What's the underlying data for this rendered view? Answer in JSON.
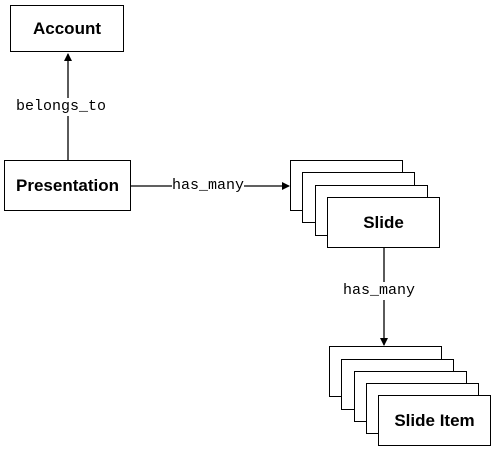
{
  "nodes": {
    "account": "Account",
    "presentation": "Presentation",
    "slide": "Slide",
    "slide_item": "Slide Item"
  },
  "edges": {
    "presentation_to_account": "belongs_to",
    "presentation_to_slide": "has_many",
    "slide_to_slide_item": "has_many"
  },
  "colors": {
    "line": "#000000",
    "box_fill": "#ffffff",
    "background": "#ffffff"
  }
}
